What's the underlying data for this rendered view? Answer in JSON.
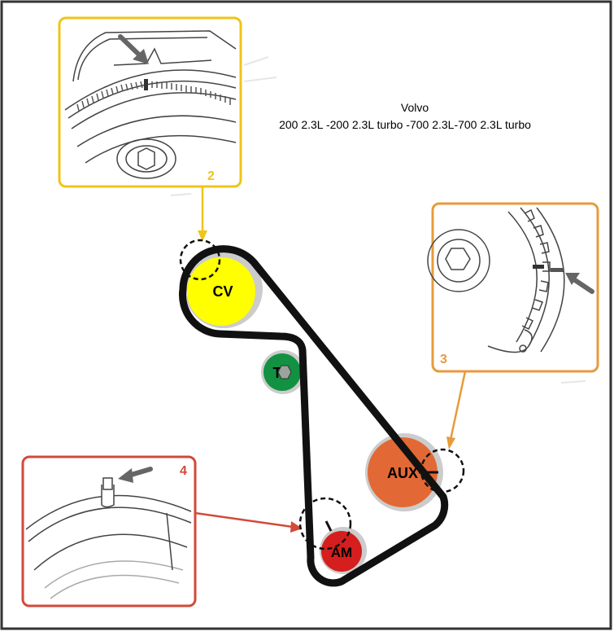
{
  "header": {
    "make": "Volvo",
    "models": "200 2.3L -200 2.3L turbo -700 2.3L-700 2.3L turbo"
  },
  "pulleys": {
    "cv": {
      "label": "CV",
      "color": "#ffff00"
    },
    "tensioner": {
      "label": "T",
      "color": "#129142"
    },
    "aux": {
      "label": "AUX",
      "color": "#e26935"
    },
    "am": {
      "label": "AM",
      "color": "#d51e1e"
    }
  },
  "callouts": [
    {
      "number": "2",
      "color": "#f0c419",
      "target": "cv"
    },
    {
      "number": "3",
      "color": "#e89a3c",
      "target": "aux"
    },
    {
      "number": "4",
      "color": "#d24a3a",
      "target": "am"
    }
  ],
  "colors": {
    "belt": "#111111",
    "frame": "#333333"
  }
}
